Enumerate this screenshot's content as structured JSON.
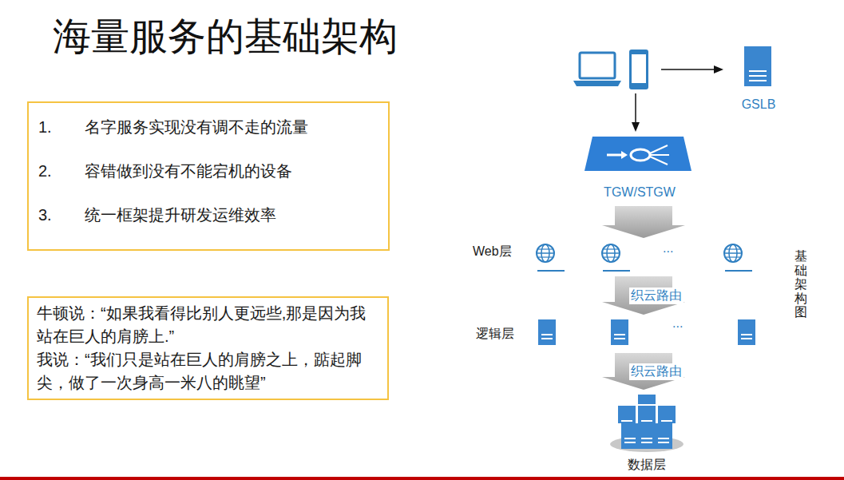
{
  "diagram": {
    "title": "海量服务的基础架构",
    "nodes": [
      {
        "text": [
          "1.",
          "名字服务实现没有调不走的流量",
          "2.",
          "容错做到没有不能宕机的设备",
          "3.",
          "统一框架提升研发运维效率"
        ]
      },
      {
        "text": [
          "牛顿说：“如果我看得比别人更远些,那是因为我站在巨人的肩膀上.”",
          "我说：“我们只是站在巨人的肩膀之上，踮起脚尖，做了一次身高一米八的眺望”"
        ]
      },
      {
        "text": [
          "GSLB"
        ]
      },
      {
        "text": [
          "TGW/STGW"
        ]
      },
      {
        "text": [
          "Web层"
        ]
      },
      {
        "text": [
          "逻辑层"
        ]
      },
      {
        "text": [
          "数据层"
        ]
      }
    ],
    "edges": [
      {
        "from": 3,
        "to": 4,
        "arrow": "to"
      },
      {
        "from": 4,
        "to": 5,
        "label": "织云路由",
        "arrow": "to"
      },
      {
        "from": 5,
        "to": 6,
        "label": "织云路由",
        "arrow": "to"
      }
    ],
    "labels": [
      "...",
      "...",
      "基础架构图"
    ]
  }
}
